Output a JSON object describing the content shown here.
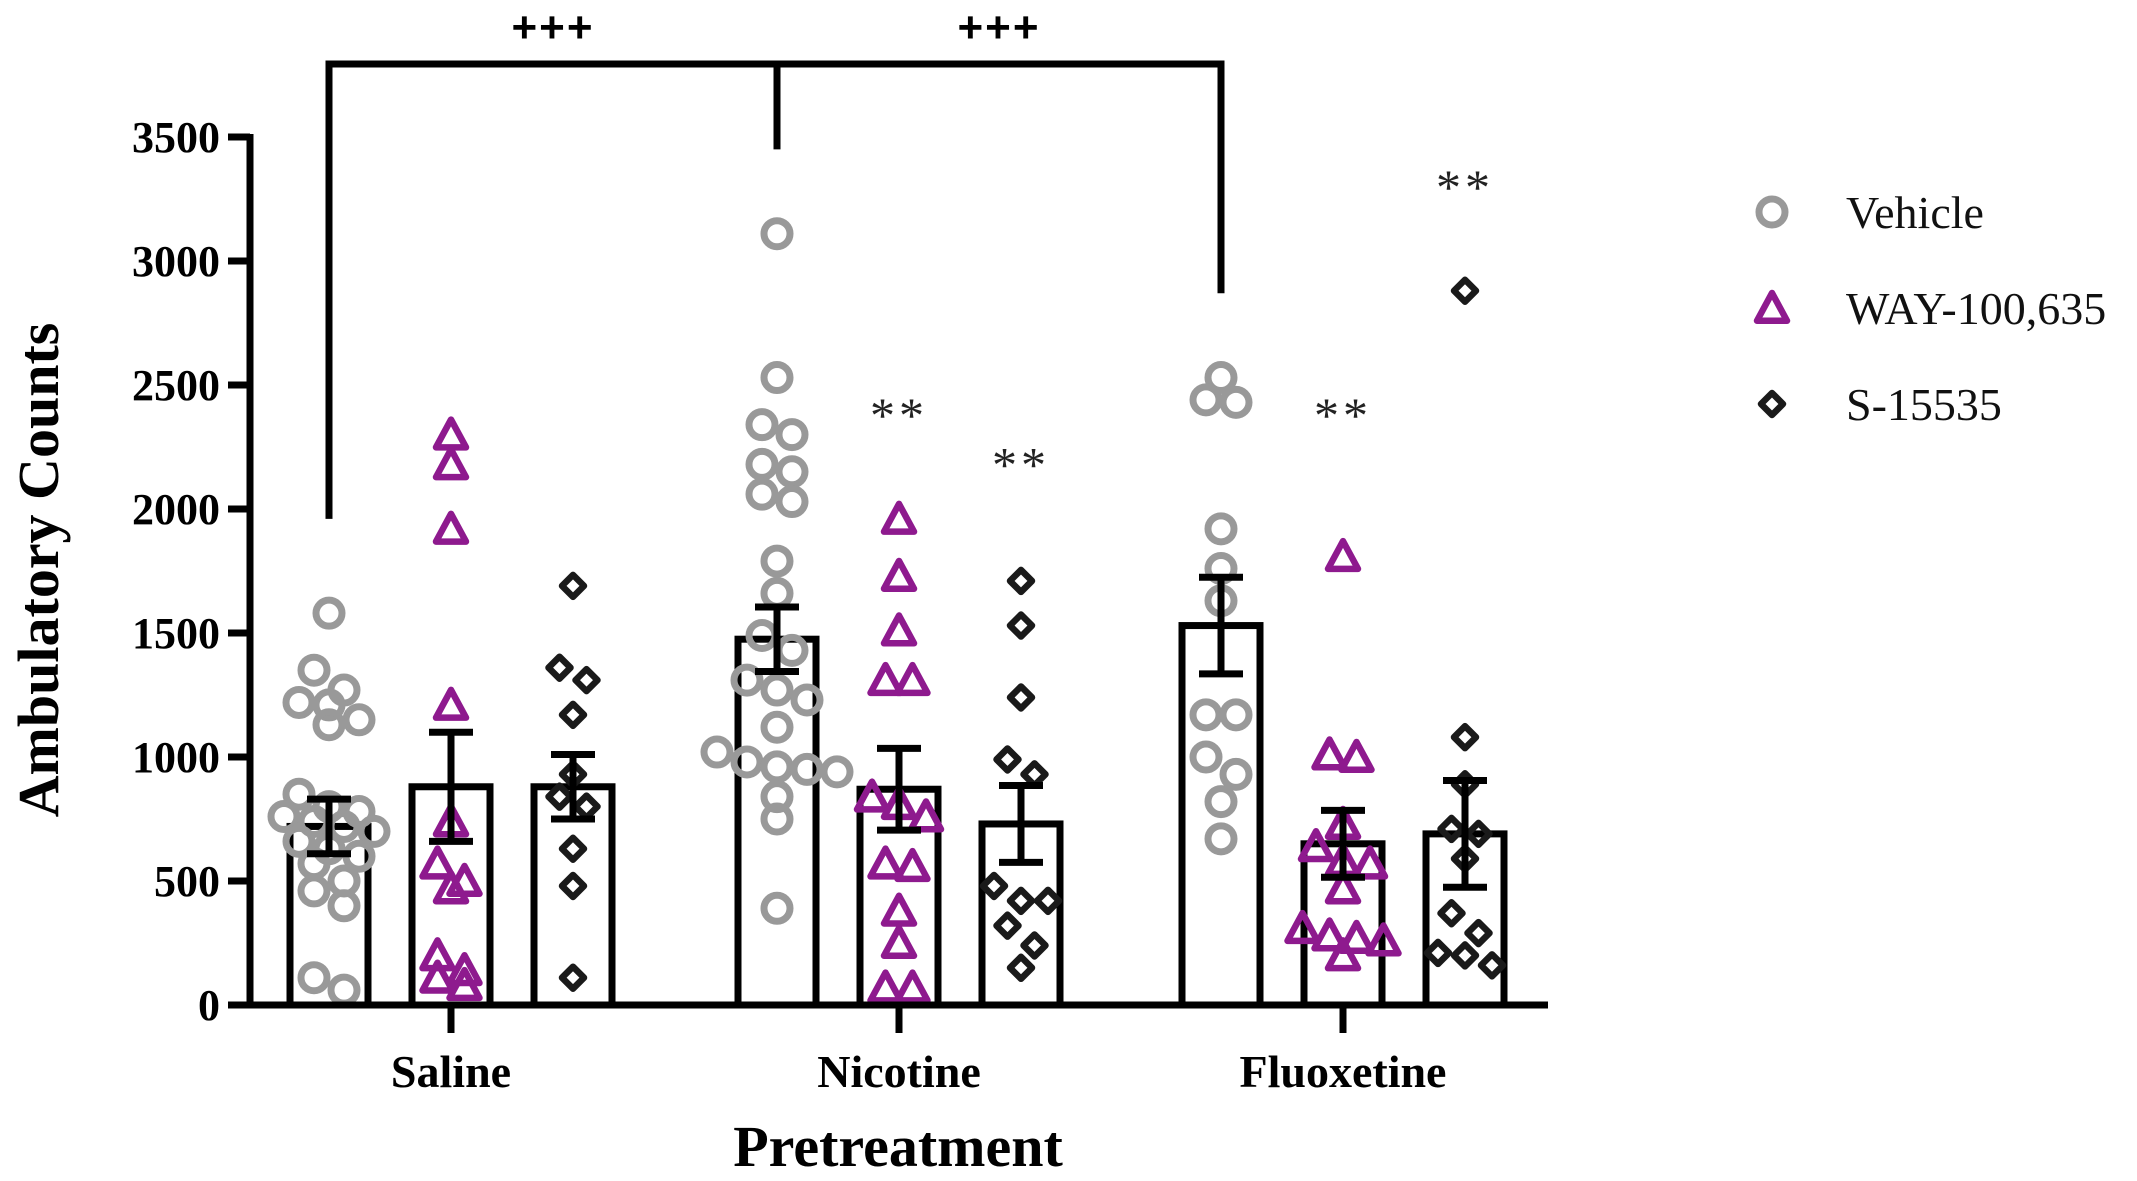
{
  "chart_data": {
    "type": "bar",
    "xlabel": "Pretreatment",
    "ylabel": "Ambulatory Counts",
    "ylim": [
      0,
      3500
    ],
    "yticks": [
      0,
      500,
      1000,
      1500,
      2000,
      2500,
      3000,
      3500
    ],
    "categories": [
      "Saline",
      "Nicotine",
      "Fluoxetine"
    ],
    "legend_position": "right",
    "series": [
      {
        "name": "Vehicle",
        "marker": "circle",
        "color": "#999999",
        "means": [
          720,
          1475,
          1530
        ],
        "sem": [
          110,
          130,
          195
        ],
        "points": [
          [
            1580,
            1350,
            1270,
            1220,
            1210,
            1150,
            1130,
            850,
            800,
            780,
            760,
            740,
            720,
            700,
            660,
            630,
            600,
            570,
            500,
            460,
            400,
            110,
            60
          ],
          [
            3110,
            2530,
            2340,
            2300,
            2180,
            2150,
            2060,
            2030,
            1790,
            1660,
            1490,
            1430,
            1310,
            1270,
            1230,
            1120,
            1020,
            980,
            960,
            950,
            940,
            840,
            750,
            390
          ],
          [
            2530,
            2430,
            2440,
            1920,
            1760,
            1630,
            1170,
            1170,
            1000,
            930,
            820,
            670
          ]
        ]
      },
      {
        "name": "WAY-100,635",
        "marker": "triangle",
        "color": "#8e1a8e",
        "means": [
          880,
          870,
          650
        ],
        "sem": [
          220,
          165,
          135
        ],
        "points": [
          [
            2300,
            2180,
            1920,
            1210,
            740,
            570,
            500,
            470,
            200,
            140,
            110,
            80
          ],
          [
            1960,
            1730,
            1510,
            1310,
            1310,
            840,
            810,
            760,
            570,
            560,
            380,
            250,
            70,
            70
          ],
          [
            1810,
            1010,
            1000,
            730,
            640,
            580,
            570,
            470,
            310,
            280,
            270,
            260,
            200
          ]
        ]
      },
      {
        "name": "S-15535",
        "marker": "diamond",
        "color": "#1a1a1a",
        "means": [
          880,
          730,
          690
        ],
        "sem": [
          130,
          155,
          215
        ],
        "points": [
          [
            1690,
            1360,
            1310,
            1170,
            930,
            840,
            800,
            630,
            480,
            110
          ],
          [
            1710,
            1530,
            1240,
            990,
            930,
            480,
            420,
            420,
            320,
            240,
            150
          ],
          [
            2880,
            1080,
            890,
            710,
            690,
            590,
            370,
            290,
            210,
            200,
            160
          ]
        ]
      }
    ],
    "significance": [
      {
        "category": "Nicotine",
        "series": "WAY-100,635",
        "label": "**",
        "y": 2310
      },
      {
        "category": "Nicotine",
        "series": "S-15535",
        "label": "**",
        "y": 2110
      },
      {
        "category": "Fluoxetine",
        "series": "WAY-100,635",
        "label": "**",
        "y": 2310
      },
      {
        "category": "Fluoxetine",
        "series": "S-15535",
        "label": "**",
        "y": 3230
      }
    ],
    "brackets": [
      {
        "from": "Saline",
        "to": "Nicotine",
        "label": "+++"
      },
      {
        "from": "Nicotine",
        "to": "Fluoxetine",
        "label": "+++"
      }
    ]
  }
}
